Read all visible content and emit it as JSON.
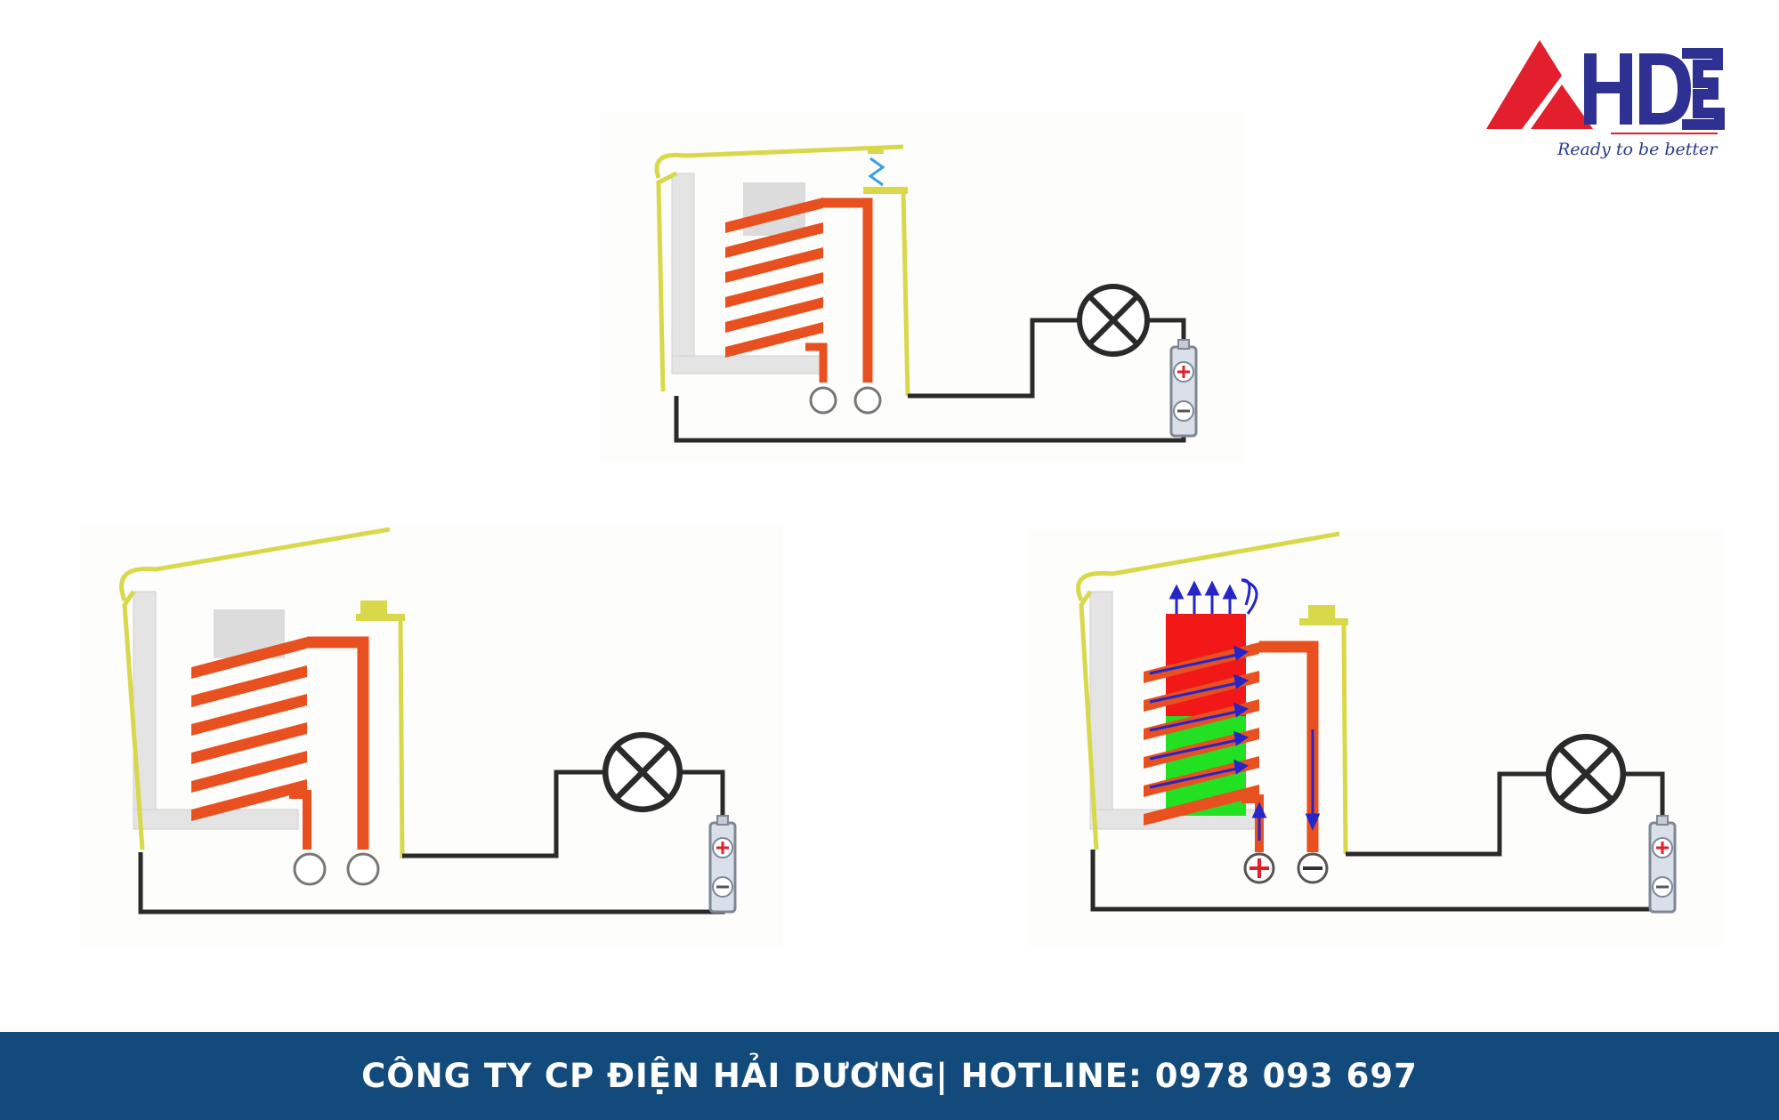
{
  "logo": {
    "name": "AHDE",
    "tagline": "Ready to be better",
    "colors": {
      "red": "#e31e2d",
      "blue": "#2e3192"
    }
  },
  "diagram": {
    "panels": [
      {
        "id": "top",
        "state": "spring-open",
        "terminals": [
          "",
          ""
        ]
      },
      {
        "id": "bottom-left",
        "state": "armature-open",
        "terminals": [
          "",
          ""
        ]
      },
      {
        "id": "bottom-right",
        "state": "energized",
        "terminals": [
          "+",
          "−"
        ]
      }
    ],
    "colors": {
      "coil": "#e8501f",
      "armature": "#d8d84a",
      "core_frame": "#e4e4e4",
      "wire": "#2a2a2a",
      "magnet_top": "#f21818",
      "magnet_bottom": "#22e022",
      "flux": "#2525c8"
    },
    "icons": [
      "lamp-icon",
      "battery-icon",
      "spring-icon"
    ]
  },
  "footer": {
    "text": "CÔNG TY CP ĐIỆN HẢI DƯƠNG| HOTLINE: 0978 093 697",
    "background": "#134a7c"
  }
}
